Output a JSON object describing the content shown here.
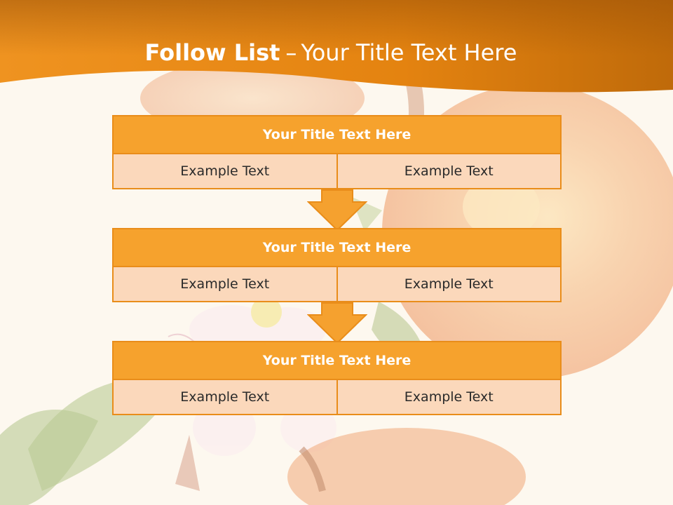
{
  "slide": {
    "title_bold": "Follow List",
    "title_separator": "–",
    "title_rest": "Your Title Text Here"
  },
  "colors": {
    "header_orange": "#e7850f",
    "box_fill": "#f6a22d",
    "box_border": "#e98d1a",
    "cell_fill": "#fbd8bb",
    "arrow_fill": "#f5a12f"
  },
  "steps": [
    {
      "title": "Your Title Text Here",
      "left": "Example Text",
      "right": "Example Text"
    },
    {
      "title": "Your Title Text Here",
      "left": "Example Text",
      "right": "Example Text"
    },
    {
      "title": "Your Title Text Here",
      "left": "Example Text",
      "right": "Example Text"
    }
  ],
  "connector_icon": "down-arrow-icon"
}
